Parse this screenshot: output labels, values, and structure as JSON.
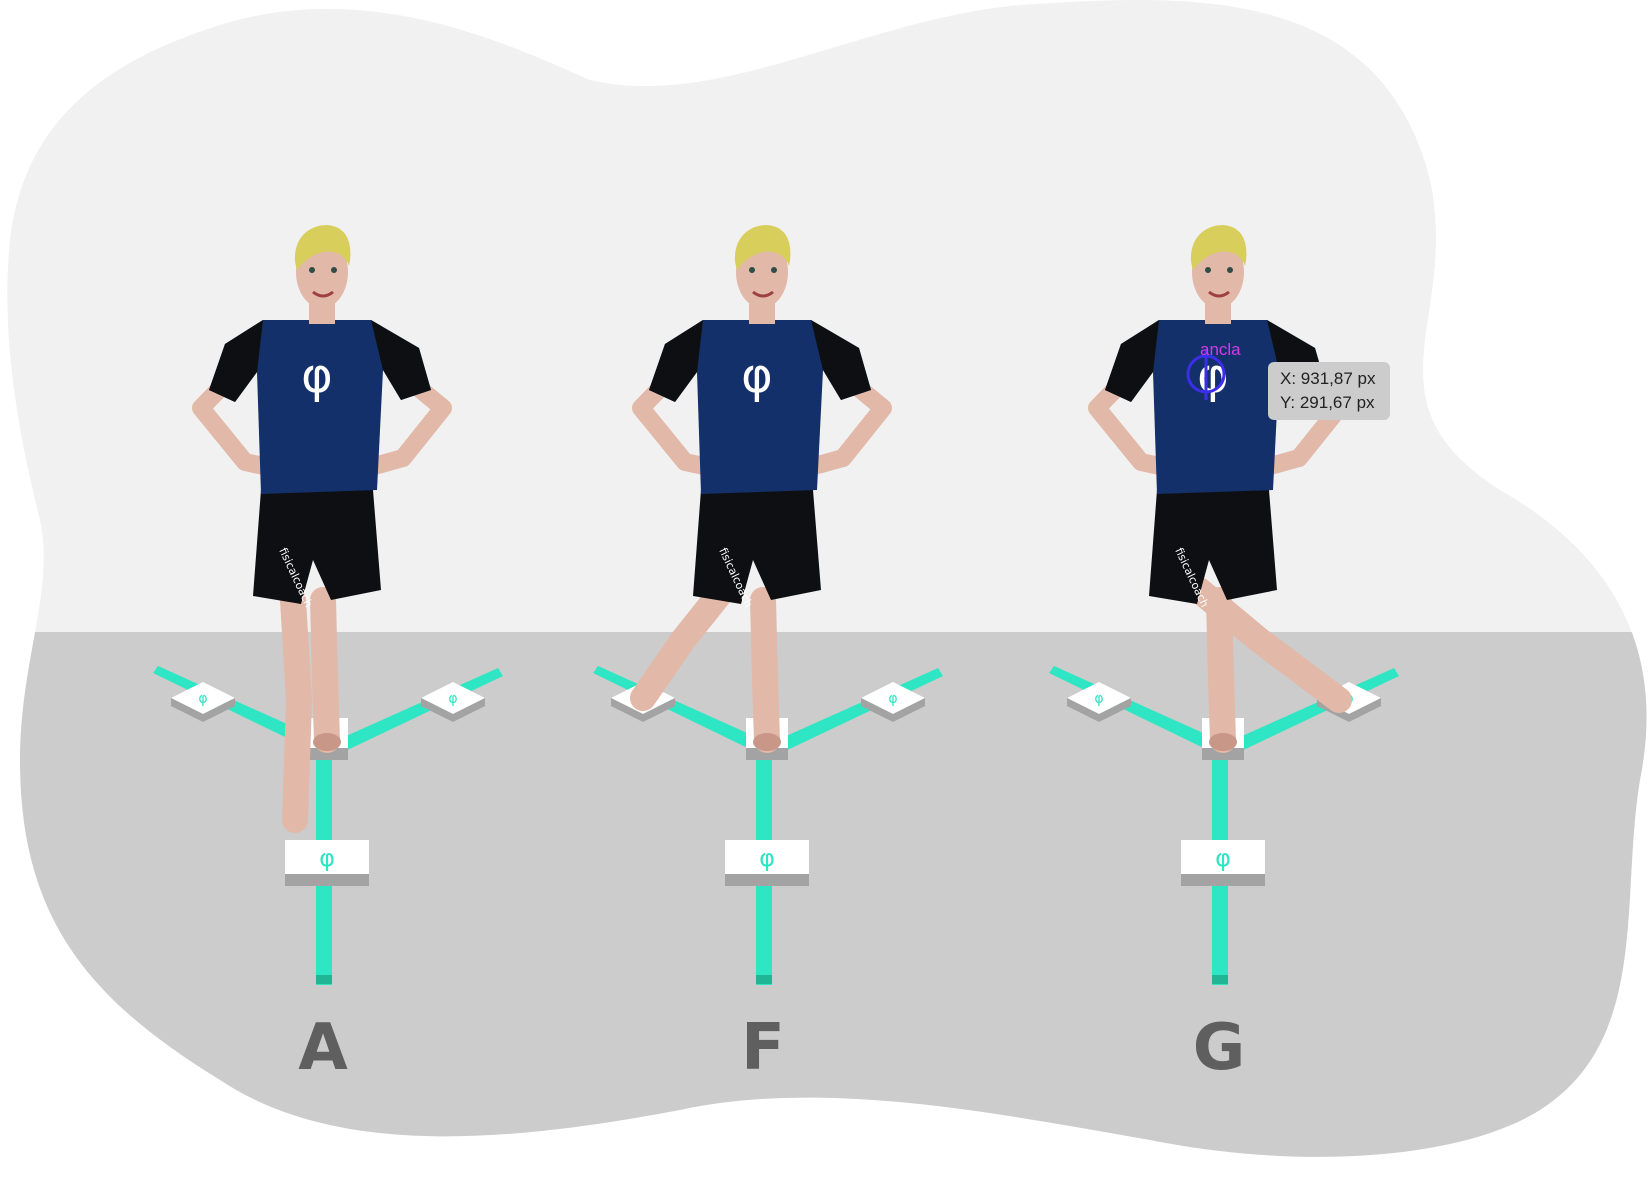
{
  "scene": {
    "colors": {
      "wall": "#f1f1f1",
      "floor": "#cccccc",
      "line": "#2ee6c3",
      "line_dark": "#1fb595",
      "pad_top": "#ffffff",
      "pad_side": "#a3a3a3",
      "shirt": "#13306a",
      "shirt_sleeve": "#0d0f12",
      "shorts": "#0d0f12",
      "skin": "#e2b8a8",
      "skin_shadow": "#c99787",
      "hair": "#d8ce5c",
      "label": "#5f5f5f",
      "selection": "#3b2ee8",
      "anchor_text": "#d23bea"
    },
    "shirt_logo": "φ",
    "shorts_text": "fisicalcoach",
    "pad_icon": "phi-icon"
  },
  "panels": [
    {
      "label": "A",
      "pose": "right-leg-back"
    },
    {
      "label": "F",
      "pose": "right-leg-forward-left"
    },
    {
      "label": "G",
      "pose": "right-leg-crossed-right"
    }
  ],
  "editor_overlay": {
    "anchor_label": "ancla",
    "coordinates": {
      "x": "X: 931,87 px",
      "y": "Y: 291,67 px"
    }
  }
}
